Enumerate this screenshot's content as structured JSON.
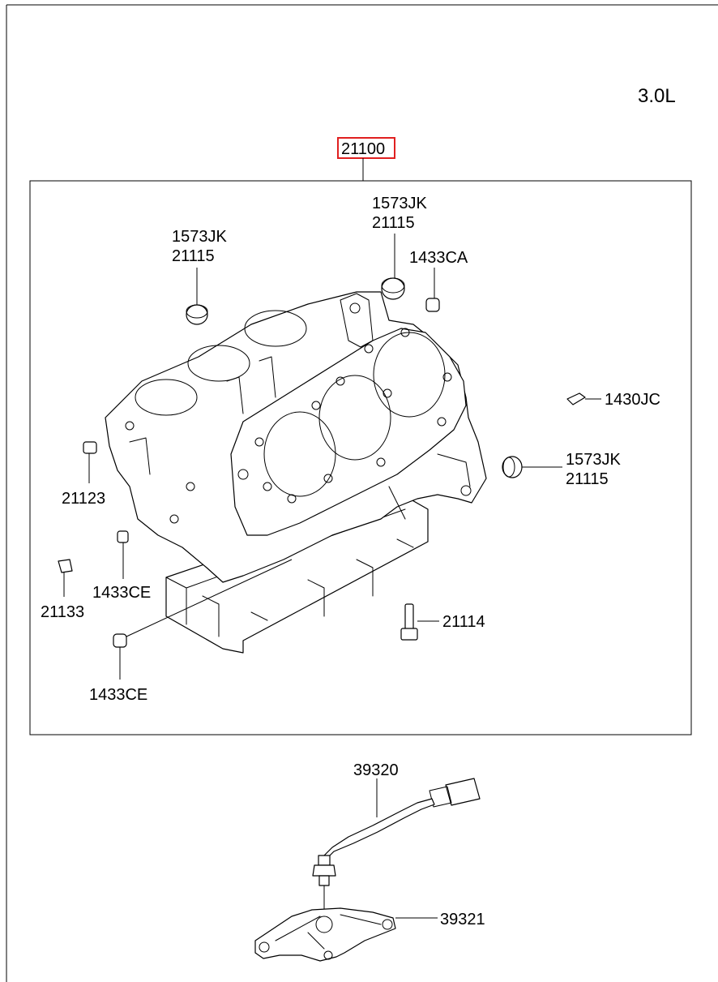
{
  "engine_label": "3.0L",
  "assembly": {
    "part_no": "21100",
    "highlight_color": "#e02020"
  },
  "callouts": {
    "plug_top_left": [
      "1573JK",
      "21115"
    ],
    "plug_top_right": [
      "1573JK",
      "21115"
    ],
    "plug_right": [
      "1573JK",
      "21115"
    ],
    "pin_top": "1433CA",
    "pin_right": "1430JC",
    "bolt_left": "21123",
    "plug_small_left": "21133",
    "dowel_left": "1433CE",
    "dowel_bottom": "1433CE",
    "bolt_right": "21114",
    "sensor": "39320",
    "bracket": "39321"
  }
}
